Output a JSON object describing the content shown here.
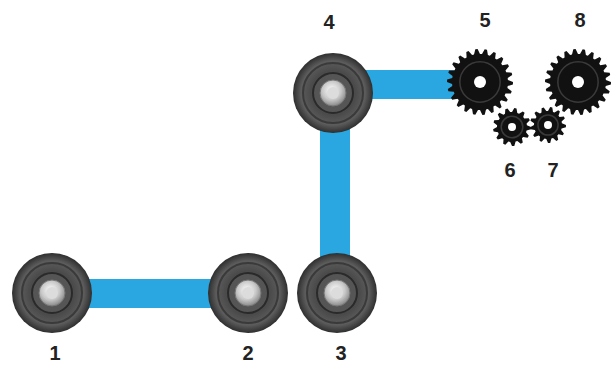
{
  "diagram": {
    "labels": [
      "4",
      "5",
      "8",
      "6",
      "7",
      "1",
      "2",
      "3"
    ]
  }
}
